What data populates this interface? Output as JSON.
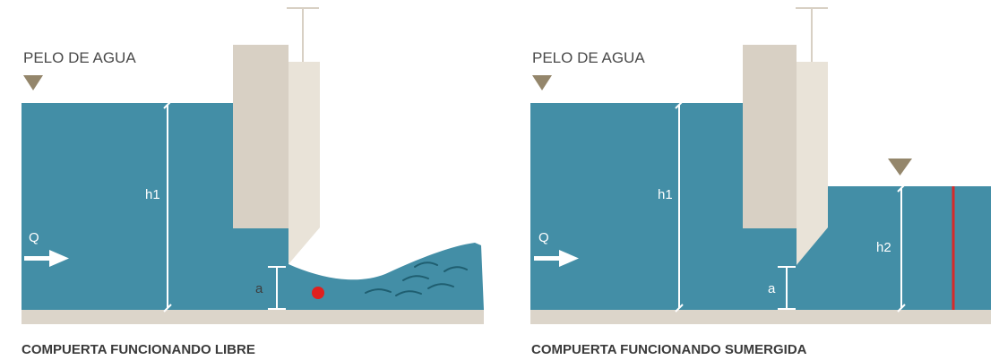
{
  "colors": {
    "water": "#438ea6",
    "ground": "#dcd5ca",
    "gate_front": "#d8d0c4",
    "gate_side": "#e9e3d8",
    "marker": "#94866b",
    "text": "#4a4a4a",
    "red_dot": "#e0201f",
    "red_line": "#d62a2a"
  },
  "panels": [
    {
      "water_surface_label": "PELO DE AGUA",
      "upstream_height_label": "h1",
      "flow_label": "Q",
      "opening_label": "a",
      "caption": "COMPUERTA FUNCIONANDO LIBRE"
    },
    {
      "water_surface_label": "PELO DE AGUA",
      "upstream_height_label": "h1",
      "downstream_height_label": "h2",
      "flow_label": "Q",
      "opening_label": "a",
      "caption": "COMPUERTA FUNCIONANDO SUMERGIDA"
    }
  ],
  "icons": [
    "water-level-triangle-icon",
    "flow-arrow-icon",
    "dimension-arrow-icon",
    "gate-handle-icon"
  ]
}
